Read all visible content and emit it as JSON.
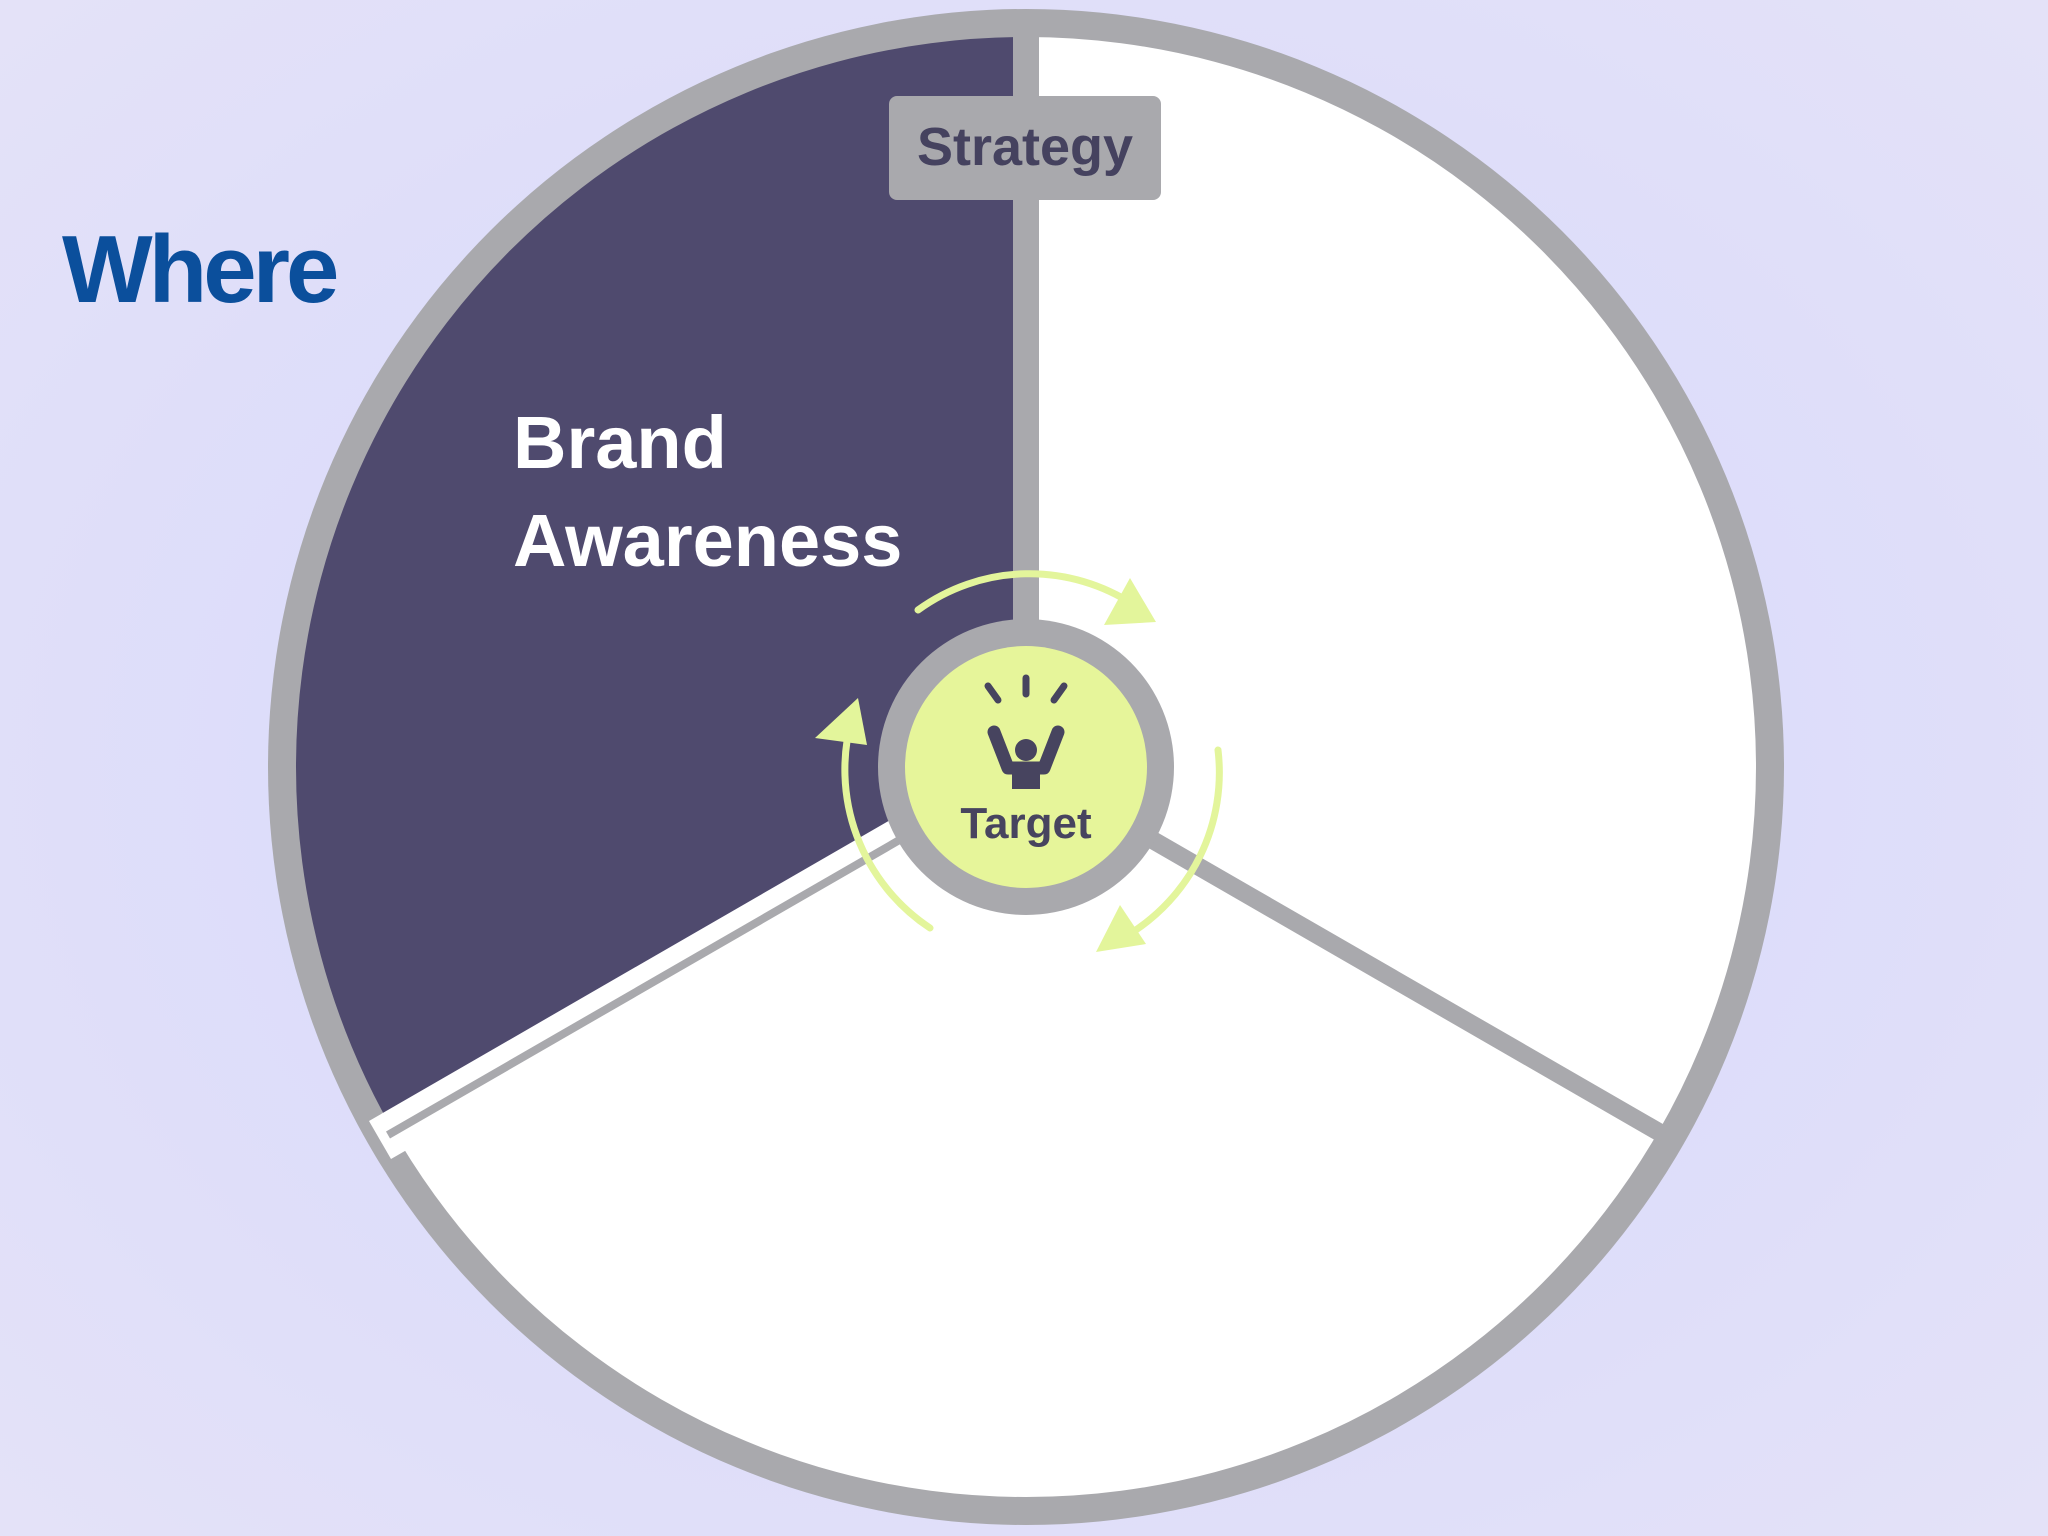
{
  "slide": {
    "title": "Where",
    "title_color": "#0b4f9c"
  },
  "diagram": {
    "top_label": "Strategy",
    "highlighted_segment": {
      "label_line1": "Brand",
      "label_line2": "Awareness",
      "color": "#4f4a6e"
    },
    "center": {
      "label": "Target",
      "icon": "person-cheering-icon",
      "color": "#e6f59a"
    },
    "segment_color": "#ffffff",
    "rim_color": "#a9a9ad",
    "arrow_color": "#e3f59b"
  }
}
